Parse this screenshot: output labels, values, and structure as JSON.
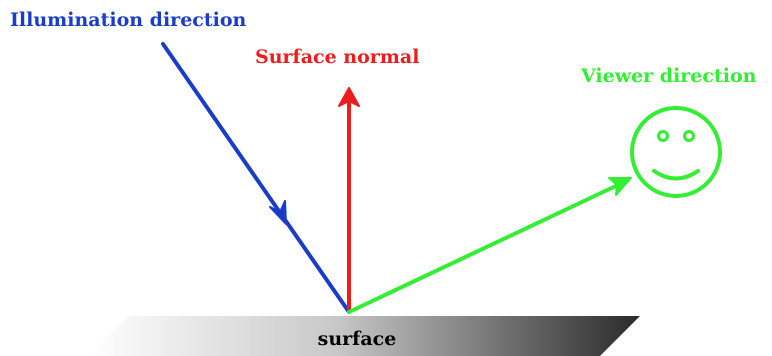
{
  "labels": {
    "illumination": "Illumination direction",
    "surface_normal": "Surface normal",
    "viewer": "Viewer direction",
    "surface": "surface"
  },
  "colors": {
    "illumination": "#1a3cc8",
    "surface_normal": "#ee1c1c",
    "viewer": "#33ee33",
    "surface_label": "#000000",
    "background": "#ffffff"
  },
  "icons": {
    "viewer": "smiley-face-icon"
  }
}
